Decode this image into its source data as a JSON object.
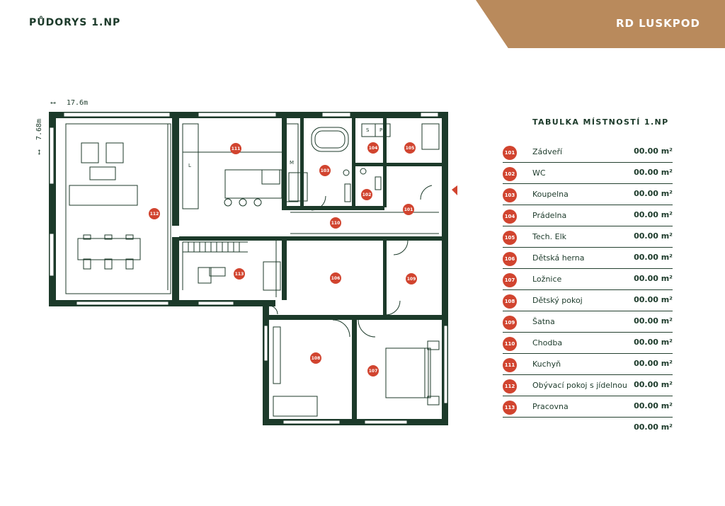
{
  "header": {
    "page_title": "PŮDORYS 1.NP",
    "project_title": "RD LUSKPOD"
  },
  "plan": {
    "width_label": "17.6m",
    "depth_label": "7.68m",
    "fixture_labels": {
      "L": "L",
      "M": "M",
      "S": "S",
      "P": "P"
    },
    "markers": [
      "101",
      "102",
      "103",
      "104",
      "105",
      "106",
      "107",
      "108",
      "109",
      "110",
      "111",
      "112",
      "113"
    ]
  },
  "table": {
    "title": "TABULKA MÍSTNOSTÍ 1.NP",
    "rows": [
      {
        "number": "101",
        "name": "Zádveří",
        "area": "00.00 m²"
      },
      {
        "number": "102",
        "name": "WC",
        "area": "00.00 m²"
      },
      {
        "number": "103",
        "name": "Koupelna",
        "area": "00.00 m²"
      },
      {
        "number": "104",
        "name": "Prádelna",
        "area": "00.00 m²"
      },
      {
        "number": "105",
        "name": "Tech. Elk",
        "area": "00.00 m²"
      },
      {
        "number": "106",
        "name": "Dětská herna",
        "area": "00.00 m²"
      },
      {
        "number": "107",
        "name": "Ložnice",
        "area": "00.00 m²"
      },
      {
        "number": "108",
        "name": "Dětský pokoj",
        "area": "00.00 m²"
      },
      {
        "number": "109",
        "name": "Šatna",
        "area": "00.00 m²"
      },
      {
        "number": "110",
        "name": "Chodba",
        "area": "00.00 m²"
      },
      {
        "number": "111",
        "name": "Kuchyň",
        "area": "00.00 m²"
      },
      {
        "number": "112",
        "name": "Obývací pokoj s jídelnou",
        "area": "00.00 m²"
      },
      {
        "number": "113",
        "name": "Pracovna",
        "area": "00.00 m²"
      }
    ],
    "total": "00.00 m²"
  },
  "colors": {
    "wall": "#1c3a2a",
    "accent": "#b98a5c",
    "marker": "#d1442f"
  }
}
